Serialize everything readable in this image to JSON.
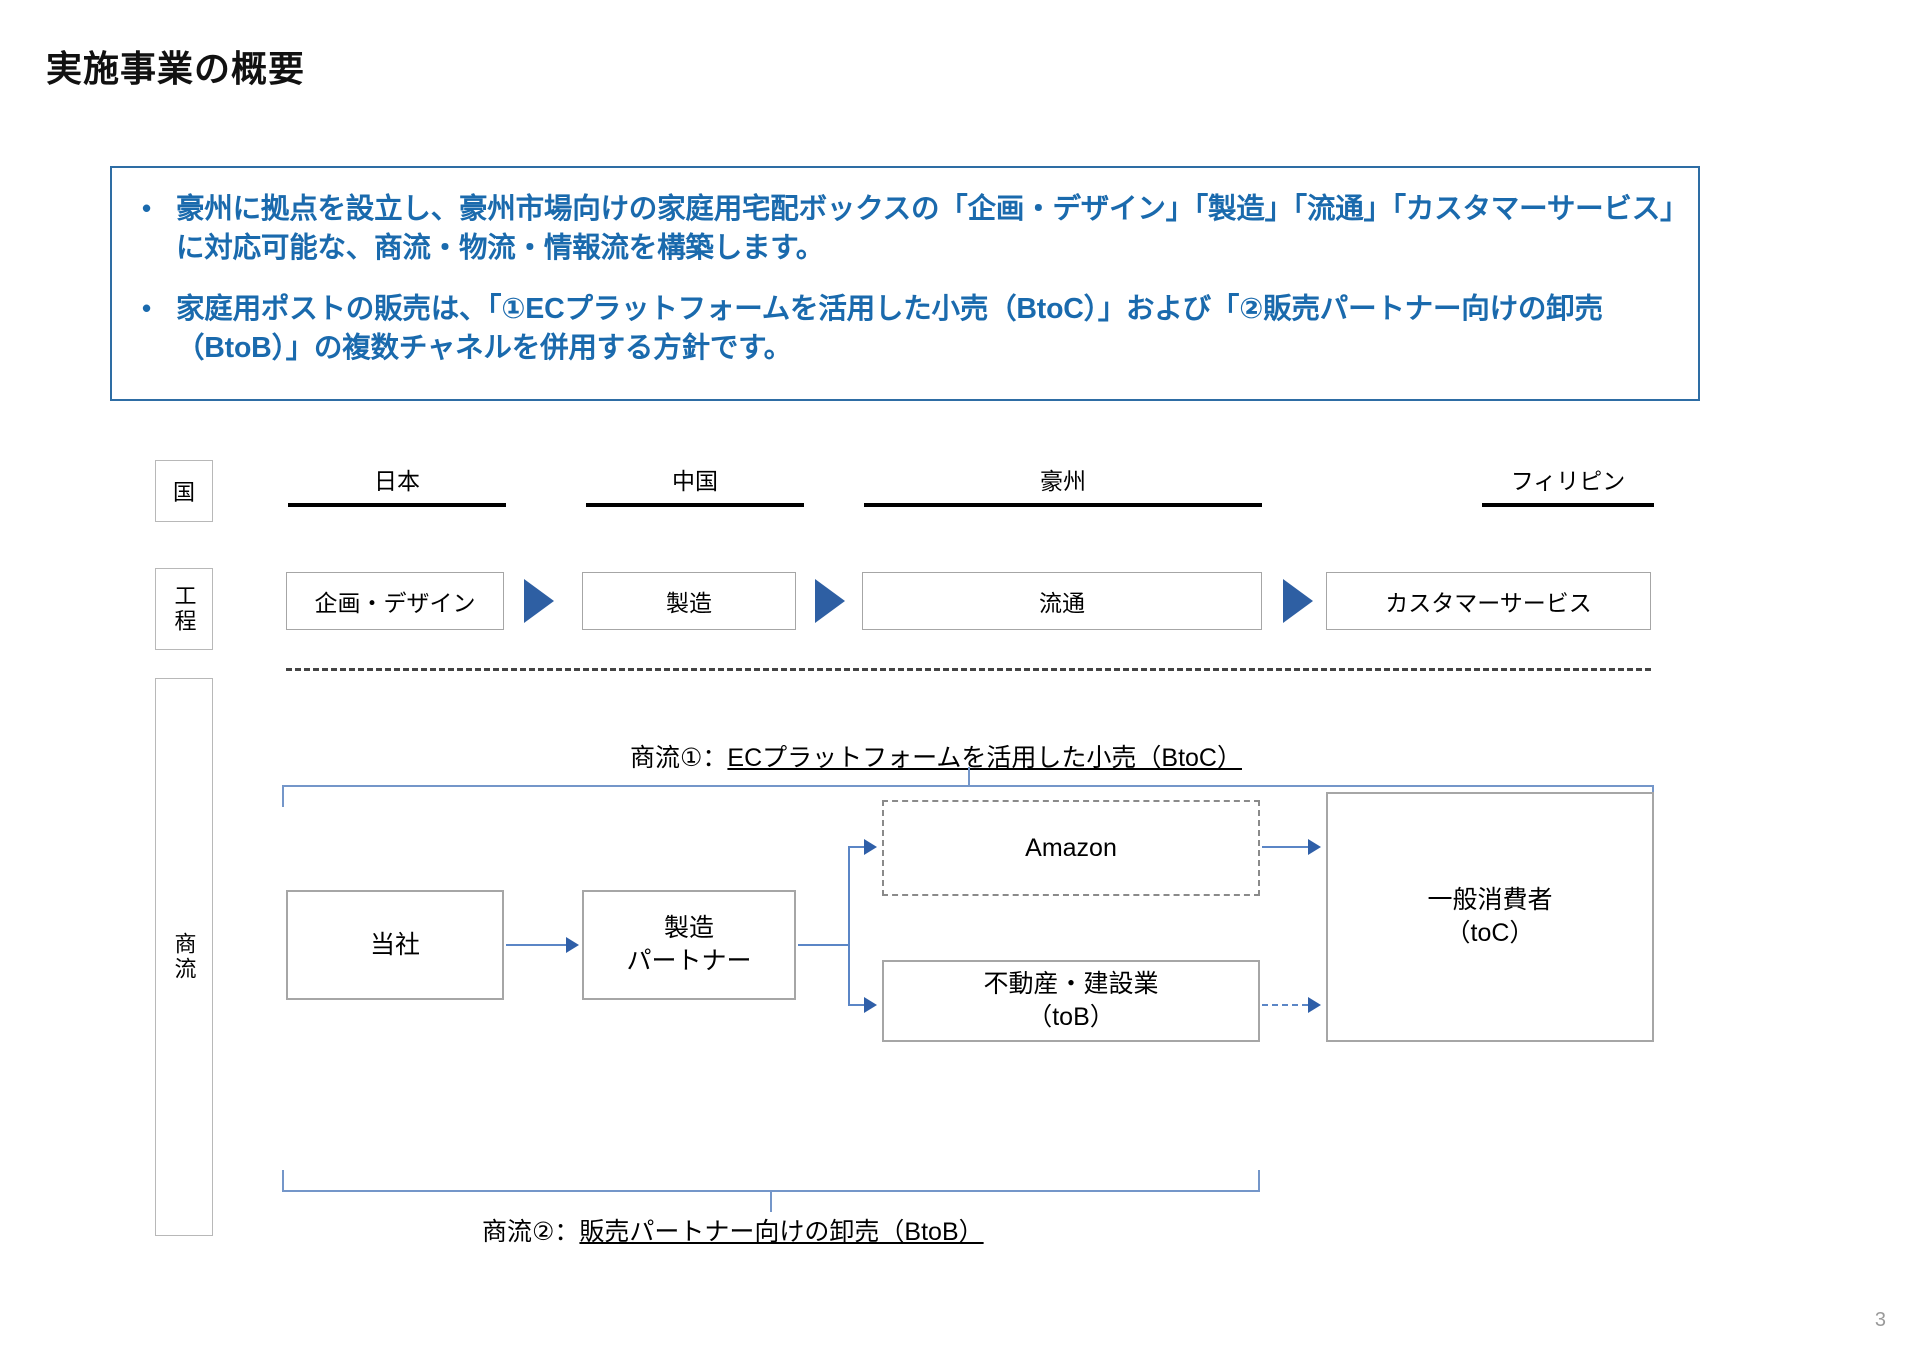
{
  "slide": {
    "title": "実施事業の概要",
    "page_number": "3"
  },
  "summary": {
    "bullet_marker": "•",
    "accent_color": "#1a6aad",
    "border_color": "#2e6da4",
    "bullets": [
      "豪州に拠点を設立し、豪州市場向けの家庭用宅配ボックスの「企画・デザイン」「製造」「流通」「カスタマーサービス」に対応可能な、商流・物流・情報流を構築します。",
      "家庭用ポストの販売は、「①ECプラットフォームを活用した小売（BtoC）」および「②販売パートナー向けの卸売（BtoB）」の複数チャネルを併用する方針です。"
    ]
  },
  "diagram": {
    "row_labels": {
      "country": "国",
      "process": "工程",
      "flow": "商流"
    },
    "countries": [
      {
        "name": "日本"
      },
      {
        "name": "中国"
      },
      {
        "name": "豪州"
      },
      {
        "name": "フィリピン"
      }
    ],
    "processes": [
      {
        "name": "企画・デザイン"
      },
      {
        "name": "製造"
      },
      {
        "name": "流通"
      },
      {
        "name": "カスタマーサービス"
      }
    ],
    "arrow_color": "#2e5fa3",
    "captions": {
      "flow1_prefix": "商流①：",
      "flow1_underlined": "ECプラットフォームを活用した小売（BtoC）",
      "flow2_prefix": "商流②：",
      "flow2_underlined": "販売パートナー向けの卸売（BtoB）"
    },
    "nodes": {
      "company": "当社",
      "partner_line1": "製造",
      "partner_line2": "パートナー",
      "amazon": "Amazon",
      "tob_line1": "不動産・建設業",
      "tob_line2": "（toB）",
      "consumer_line1": "一般消費者",
      "consumer_line2": "（toC）"
    },
    "connector_color": "#5b86c6"
  }
}
